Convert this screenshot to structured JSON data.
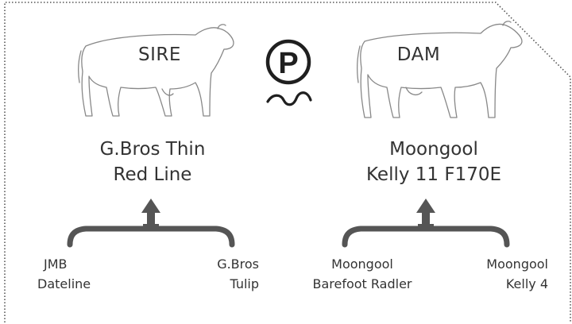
{
  "sire": {
    "role_label": "SIRE",
    "name_lines": [
      "G.Bros Thin",
      "Red Line"
    ],
    "ancestors": [
      {
        "lines": [
          "JMB",
          "Dateline"
        ]
      },
      {
        "lines": [
          "G.Bros",
          "Tulip"
        ]
      }
    ]
  },
  "dam": {
    "role_label": "DAM",
    "name_lines": [
      "Moongool",
      "Kelly 11 F170E"
    ],
    "ancestors": [
      {
        "lines": [
          "Moongool",
          "Barefoot Radler"
        ]
      },
      {
        "lines": [
          "Moongool",
          "Kelly 4"
        ]
      }
    ]
  },
  "poll_symbol": "P",
  "icons": [
    "cow-outline-icon",
    "polled-p-icon",
    "brace-arrow-icon"
  ],
  "colors": {
    "text": "#333333",
    "brace": "#555555",
    "outline": "#888888",
    "border": "#555555"
  }
}
